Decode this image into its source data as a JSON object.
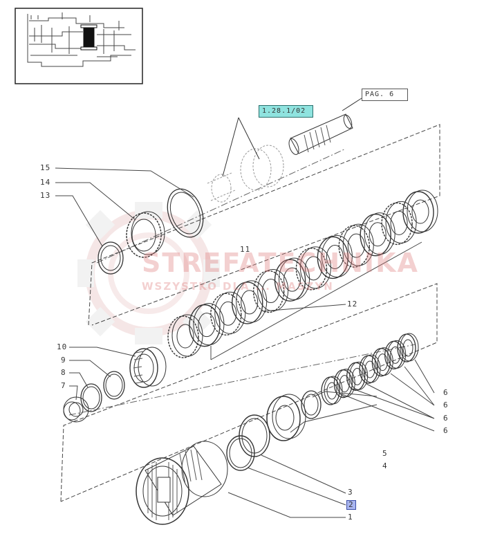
{
  "diagram": {
    "ref_top": "1.28.1/02",
    "ref_page": "PAG. 6",
    "part_labels": {
      "p1": "1",
      "p2": "2",
      "p3": "3",
      "p4": "4",
      "p5": "5",
      "p6a": "6",
      "p6b": "6",
      "p6c": "6",
      "p6d": "6",
      "p7": "7",
      "p8": "8",
      "p9": "9",
      "p10": "10",
      "p11": "11",
      "p12": "12",
      "p13": "13",
      "p14": "14",
      "p15": "15"
    }
  },
  "watermark": {
    "title": "STREFATECHNIKA",
    "subtitle": "WSZYSTKO DLA ... MASZYN"
  },
  "colors": {
    "line": "#333333",
    "highlight_ref": "#8fe3df",
    "highlight_num": "#aab6f0",
    "watermark": "#dc7878"
  }
}
